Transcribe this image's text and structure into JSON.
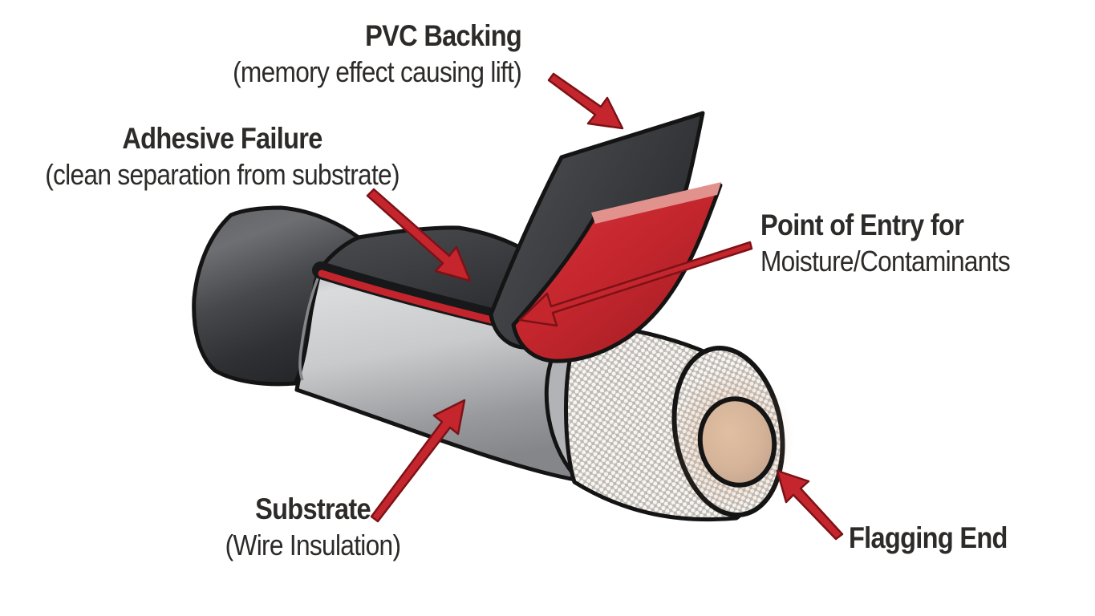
{
  "diagram": {
    "background": "#ffffff",
    "labels": {
      "pvc_backing": {
        "title": "PVC Backing",
        "subtitle": "(memory effect causing lift)"
      },
      "adhesive_failure": {
        "title": "Adhesive Failure",
        "subtitle": "(clean separation from substrate)"
      },
      "point_of_entry": {
        "title": "Point of Entry for",
        "subtitle": "Moisture/Contaminants"
      },
      "substrate": {
        "title": "Substrate",
        "subtitle": "(Wire Insulation)"
      },
      "flagging_end": {
        "title": "Flagging End"
      }
    },
    "colors": {
      "arrow_red": "#c5262e",
      "arrow_outline": "#7c1216",
      "adhesive_red": "#c4242b",
      "adhesive_edge_highlight": "#e2928d",
      "outline_black": "#141414",
      "jacket_dark": "#2f3033",
      "substrate_gray": "#c9cacc",
      "core_tan": "#d5b499",
      "text": "#2d2b29"
    },
    "parts": [
      "pvc-jacket-wrap",
      "tape-flat-section",
      "tape-flag-backing",
      "tape-flag-adhesive",
      "substrate-cylinder",
      "substrate-end-rim",
      "mesh-insulation-cylinder",
      "mesh-end-face",
      "conductor-core"
    ]
  }
}
